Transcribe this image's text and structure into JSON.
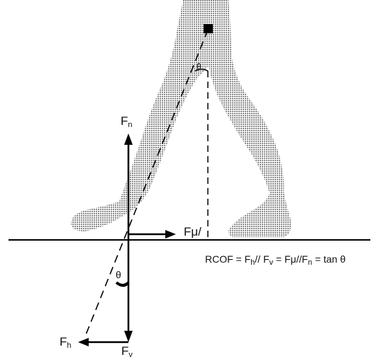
{
  "diagram": {
    "colors": {
      "legs_fill": "#9a9a9a",
      "ink": "#000000"
    },
    "labels": {
      "fn_sym": "F",
      "fn_sub": "n",
      "fmu": "Fμ/",
      "fh_sym": "F",
      "fh_sub": "h",
      "fv_sym": "F",
      "fv_sub": "v",
      "theta_top": "θ",
      "theta_bottom": "θ"
    },
    "equation": {
      "prefix": "RCOF =  F",
      "fh_sub": "h",
      "mid1": "// F",
      "fv_sub": "v",
      "mid2": " = Fμ//F",
      "fn_sub": "n",
      "suffix": " = tan θ"
    }
  }
}
